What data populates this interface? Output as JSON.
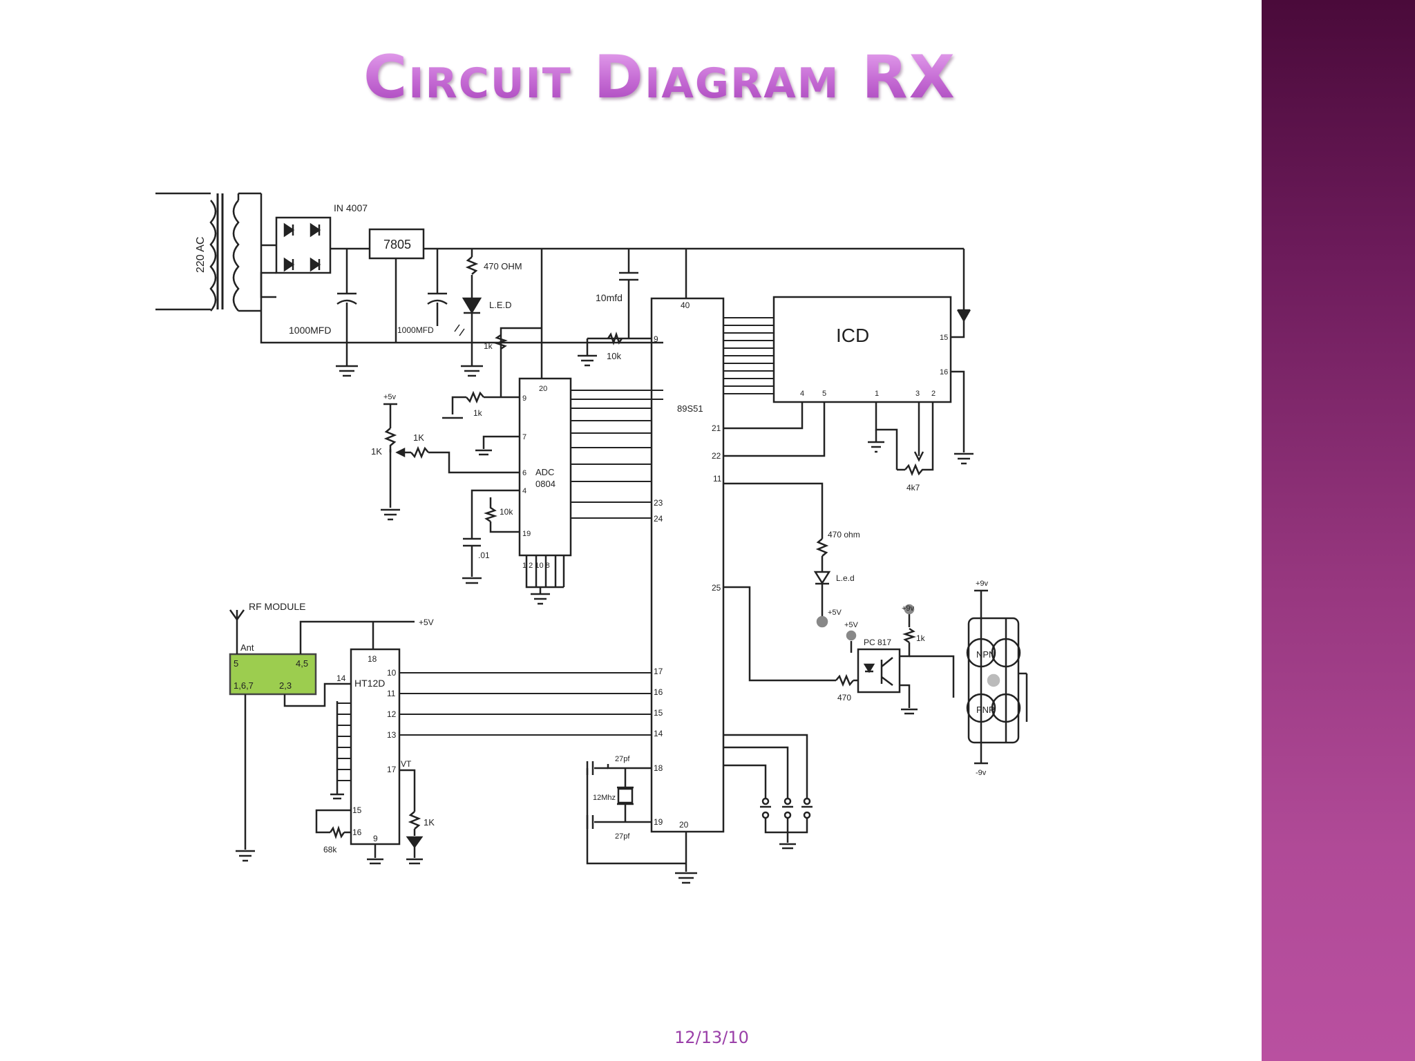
{
  "slide": {
    "title": "Circuit Diagram RX",
    "date": "12/13/10"
  },
  "schematic": {
    "input_label": "220 AC",
    "rectifier_label": "IN 4007",
    "regulator_label": "7805",
    "cap1_label": "1000MFD",
    "cap2_label": "1000MFD",
    "r_470_label": "470 OHM",
    "led_label": "L.E.D",
    "cap_10mfd_label": "10mfd",
    "r_10k_mcu_label": "10k",
    "mcu_label": "89S51",
    "lcd_label": "ICD",
    "adc_label_1": "ADC",
    "adc_label_2": "0804",
    "r_1k_a": "1k",
    "r_1k_b": "1k",
    "vcc_5v": "+5v",
    "pot_label": "1K",
    "r_1K_pot": "1K",
    "r_10k_adc": "10k",
    "cap_01": ".01",
    "pot_4k7": "4k7",
    "r_470ohm_b": "470 ohm",
    "led_b": "L.e.d",
    "plus5v_b": "+5V",
    "plus5v_c": "+5V",
    "plus9v_a": "+9v",
    "plus9v_b": "+9v",
    "minus9v": "-9v",
    "opto_label": "PC 817",
    "r_1k_opto": "1k",
    "r_470_opto": "470",
    "npn_label": "NPN",
    "pnp_label": "PNP",
    "rf_module_label": "RF MODULE",
    "ant_label": "Ant",
    "rf_pin_5": "5",
    "rf_pin_45": "4,5",
    "rf_pin_167": "1,6,7",
    "rf_pin_23": "2,3",
    "plus5v_rf": "+5V",
    "decoder_label": "HT12D",
    "vt_label": "VT",
    "r_1K_vt": "1K",
    "r_68k": "68k",
    "cap_27pf_a": "27pf",
    "cap_27pf_b": "27pf",
    "crystal_label": "12Mhz",
    "mcu_pin_40": "40",
    "mcu_pin_9": "9",
    "mcu_pin_21": "21",
    "mcu_pin_22": "22",
    "mcu_pin_11": "11",
    "mcu_pin_25": "25",
    "mcu_pin_17": "17",
    "mcu_pin_16": "16",
    "mcu_pin_15": "15",
    "mcu_pin_14": "14",
    "mcu_pin_18": "18",
    "mcu_pin_19": "19",
    "mcu_pin_20": "20",
    "mcu_pin_23": "23",
    "mcu_pin_24": "24",
    "adc_pin_20": "20",
    "adc_pin_9": "9",
    "adc_pin_7": "7",
    "adc_pin_6": "6",
    "adc_pin_4": "4",
    "adc_pin_19": "19",
    "adc_pin_bottom": "1  2 10 8",
    "lcd_pin_15": "15",
    "lcd_pin_16": "16",
    "lcd_pin_4": "4",
    "lcd_pin_5": "5",
    "lcd_pin_1": "1",
    "lcd_pin_3": "3",
    "lcd_pin_2": "2",
    "ht_pin_18": "18",
    "ht_pin_10": "10",
    "ht_pin_11": "11",
    "ht_pin_12": "12",
    "ht_pin_13": "13",
    "ht_pin_14": "14",
    "ht_pin_17": "17",
    "ht_pin_15": "15",
    "ht_pin_16": "16",
    "ht_pin_9": "9"
  },
  "colors": {
    "rf_module_fill": "#9ccd4f",
    "title_color": "#c46ad3",
    "side_band_top": "#4a0a3a",
    "side_band_bottom": "#b950a0"
  }
}
